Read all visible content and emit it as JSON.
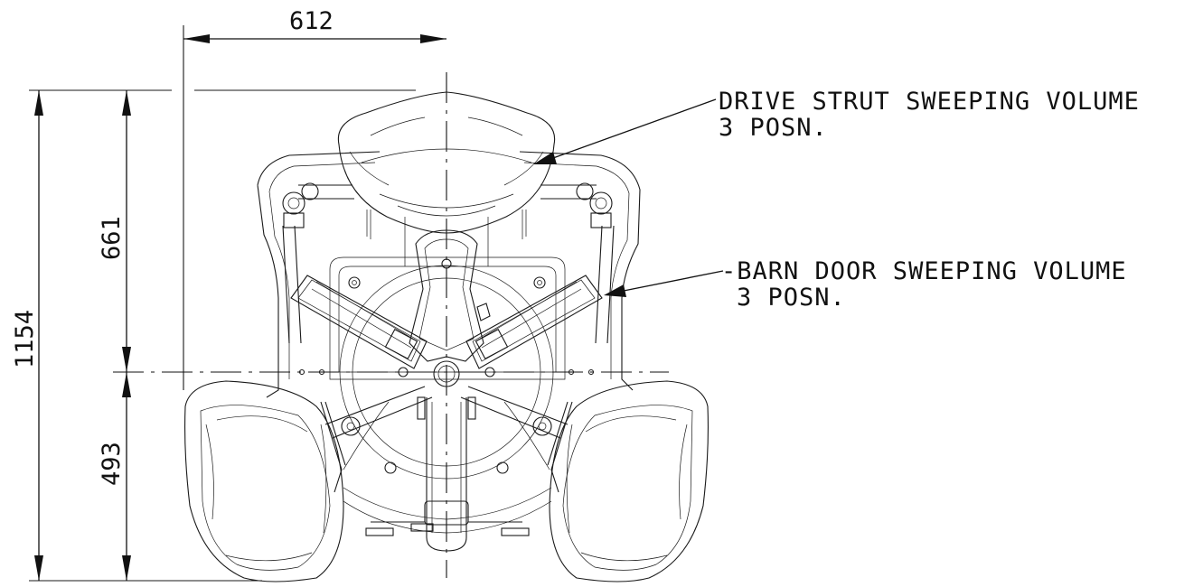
{
  "dimensions": {
    "width": "612",
    "overall_height": "1154",
    "upper_height": "661",
    "lower_height": "493"
  },
  "notes": {
    "drive_strut_line1": "DRIVE STRUT SWEEPING VOLUME",
    "drive_strut_line2": "3 POSN.",
    "barn_door_line1": "-BARN DOOR SWEEPING VOLUME",
    "barn_door_line2": "3 POSN."
  }
}
